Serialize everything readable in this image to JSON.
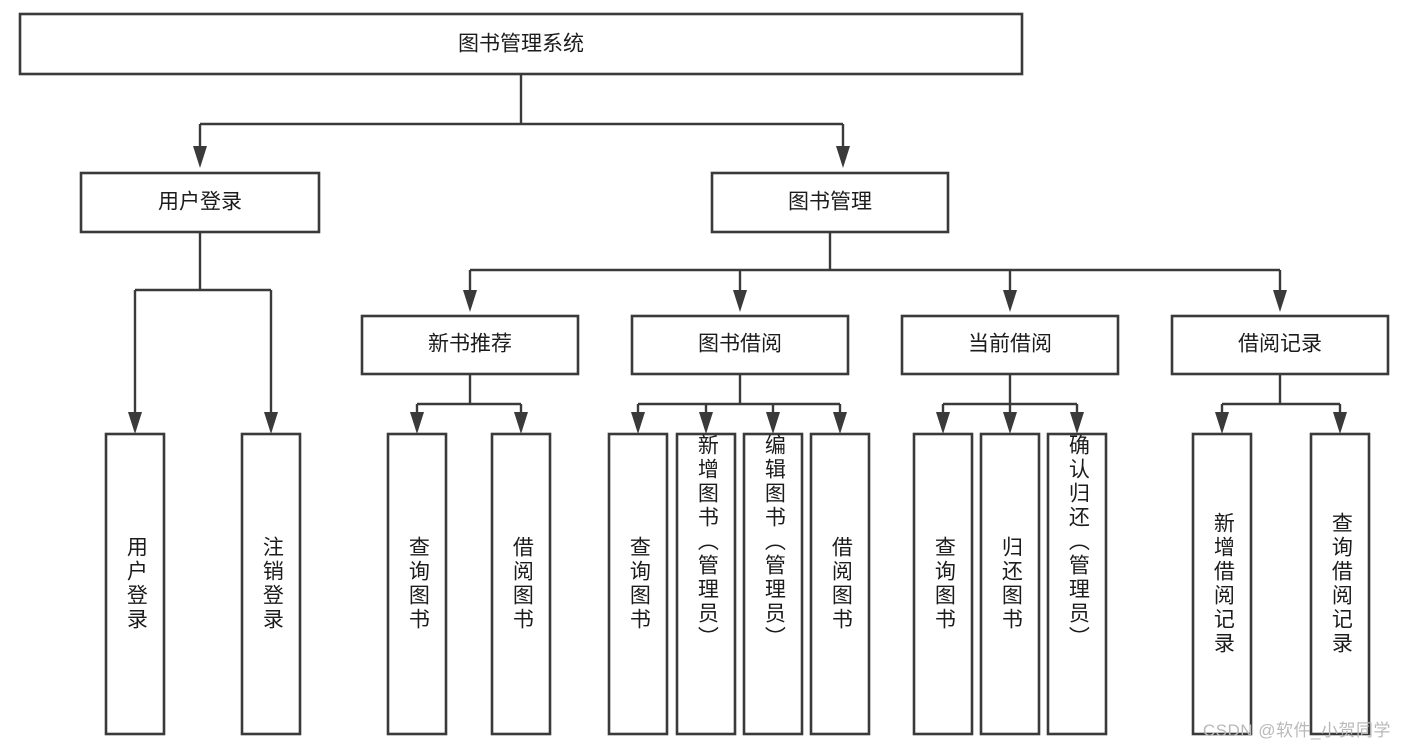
{
  "diagram": {
    "title": "图书管理系统",
    "type": "tree-hierarchy",
    "colors": {
      "box_stroke": "#3a3a3a",
      "box_fill": "#ffffff",
      "text": "#1c1c1c",
      "background": "#ffffff",
      "watermark": "#b9b9b9"
    },
    "root": {
      "label": "图书管理系统"
    },
    "level2": [
      {
        "label": "用户登录"
      },
      {
        "label": "图书管理"
      }
    ],
    "level3": [
      {
        "label": "新书推荐"
      },
      {
        "label": "图书借阅"
      },
      {
        "label": "当前借阅"
      },
      {
        "label": "借阅记录"
      }
    ],
    "leaves": {
      "user_login": [
        {
          "label": "用户登录"
        },
        {
          "label": "注销登录"
        }
      ],
      "new_book_recommend": [
        {
          "label": "查询图书"
        },
        {
          "label": "借阅图书"
        }
      ],
      "book_borrow": [
        {
          "label": "查询图书"
        },
        {
          "label": "新增图书（管理员）"
        },
        {
          "label": "编辑图书（管理员）"
        },
        {
          "label": "借阅图书"
        }
      ],
      "current_borrow": [
        {
          "label": "查询图书"
        },
        {
          "label": "归还图书"
        },
        {
          "label": "确认归还（管理员）"
        }
      ],
      "borrow_records": [
        {
          "label": "新增借阅记录"
        },
        {
          "label": "查询借阅记录"
        }
      ]
    },
    "watermark": "CSDN @软件_小贺同学"
  }
}
